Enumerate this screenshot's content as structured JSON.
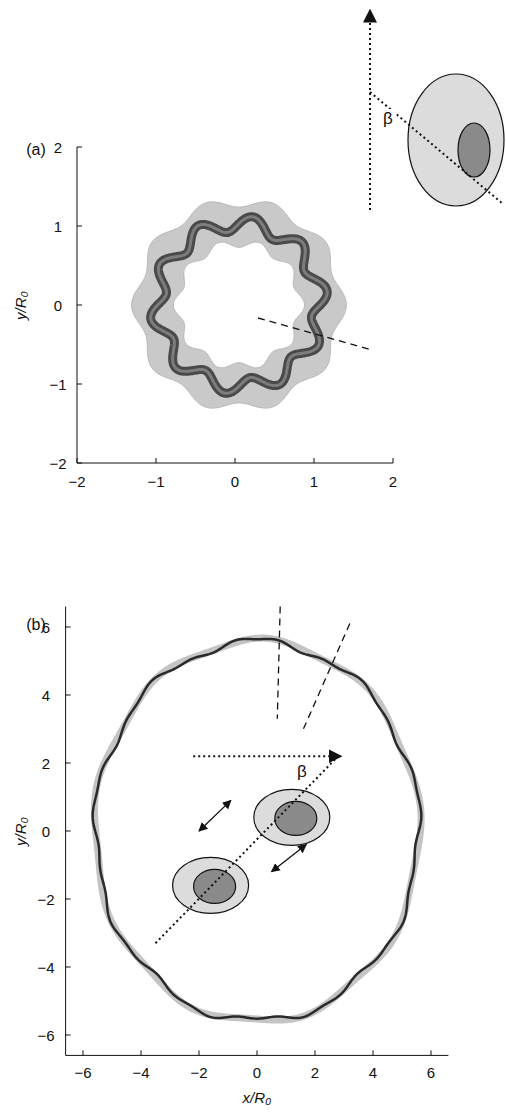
{
  "diagram": {
    "labels": [
      "(a)",
      "β",
      "2",
      "1",
      "0",
      "−1",
      "−2",
      "−2",
      "−1",
      "0",
      "1",
      "2",
      "y/R₀",
      "(b)",
      "β",
      "6",
      "4",
      "2",
      "0",
      "−2",
      "−4",
      "−6",
      "−6",
      "−4",
      "−2",
      "0",
      "2",
      "4",
      "6",
      "x/R₀",
      "y/R₀"
    ]
  }
}
